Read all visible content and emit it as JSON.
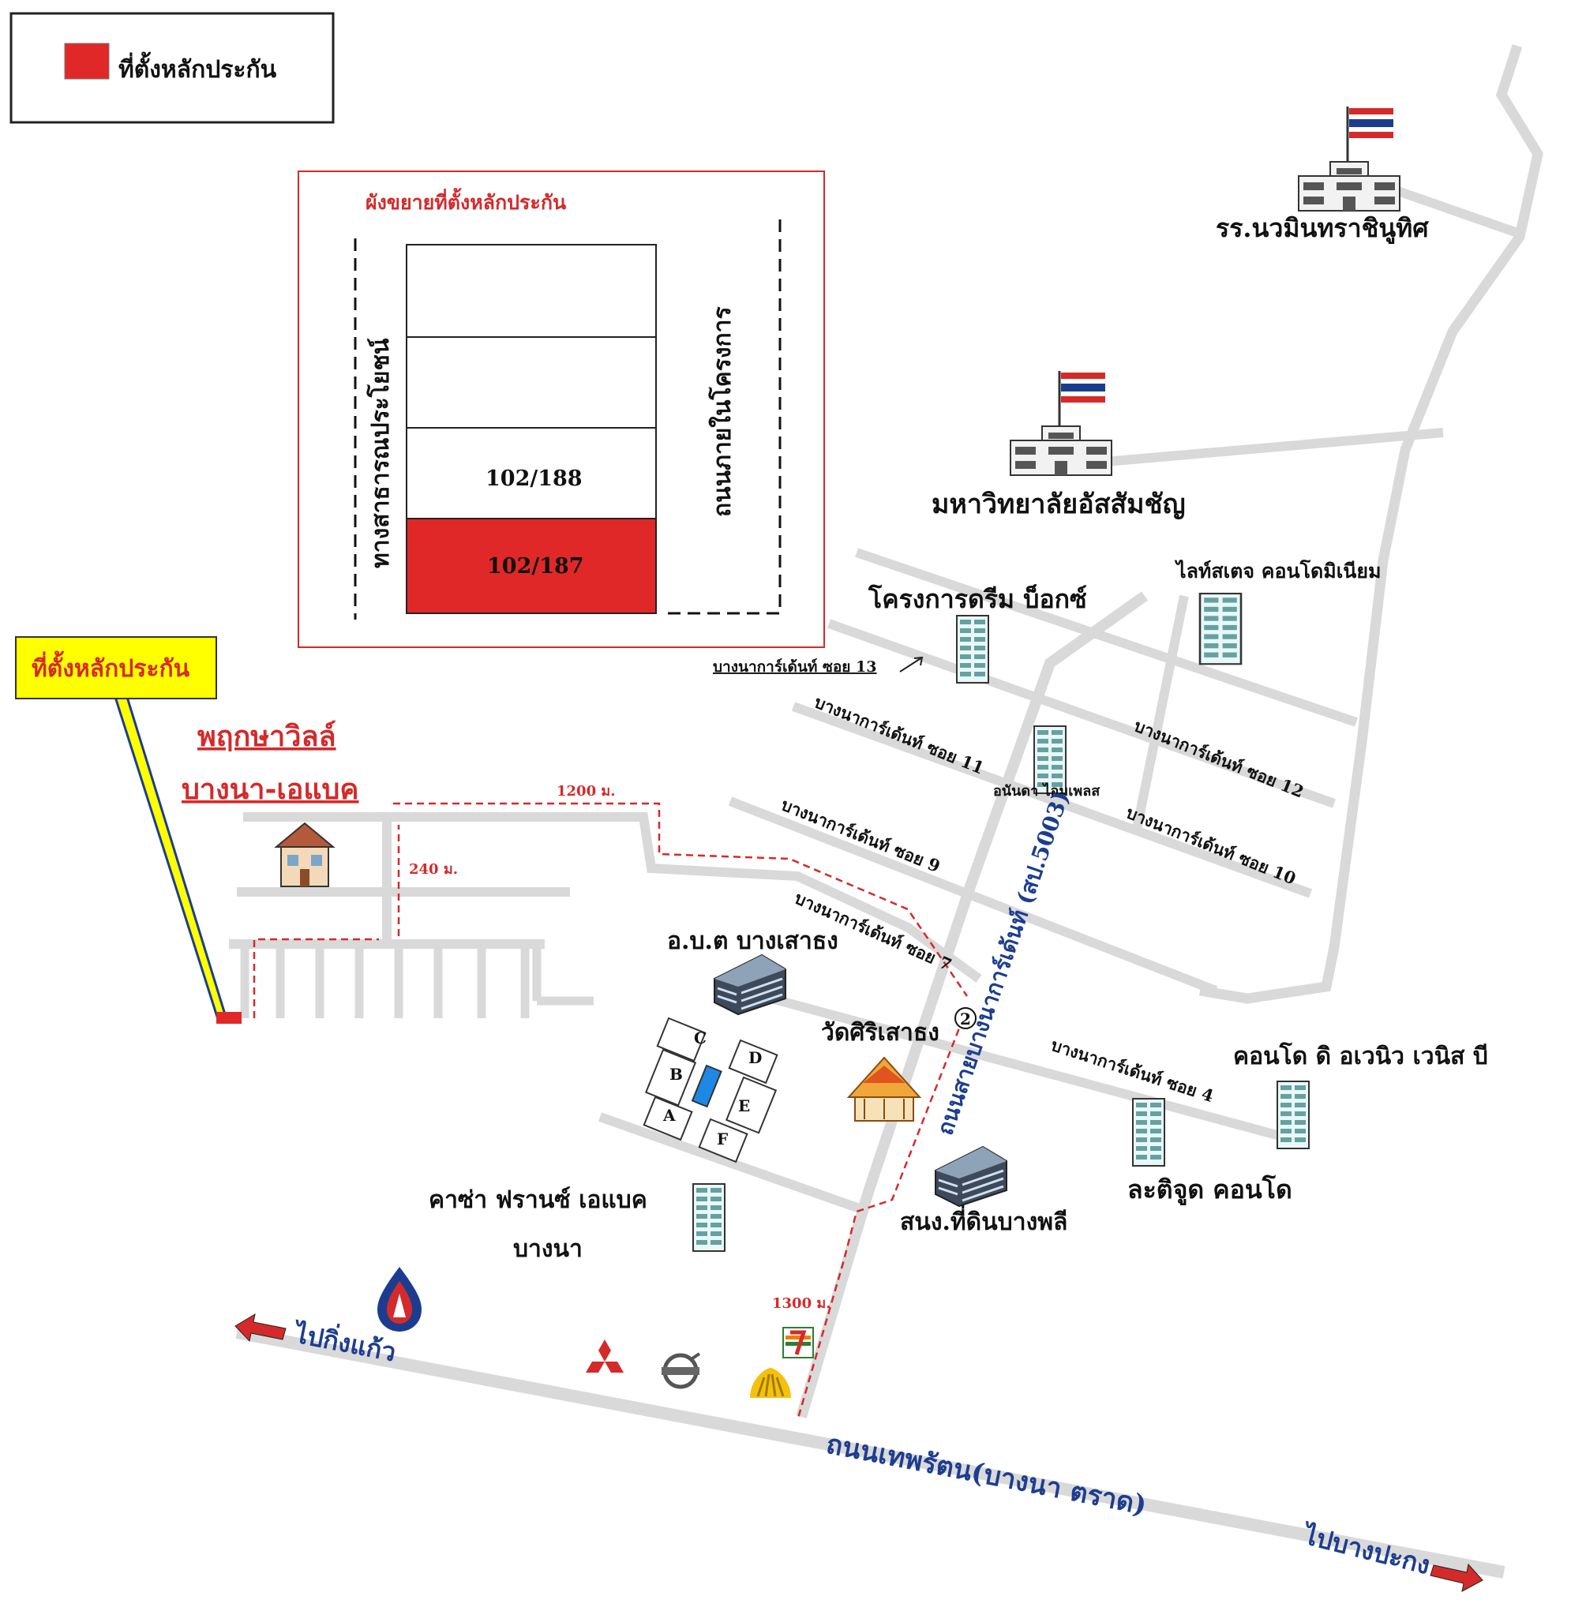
{
  "legend": {
    "label": "ที่ตั้งหลักประกัน",
    "swatch_color": "#e02828"
  },
  "inset": {
    "title": "ผังขยายที่ตั้งหลักประกัน",
    "left_road": "ทางสาธารณประโยชน์",
    "right_road": "ถนนภายในโครงการ",
    "plots": [
      "",
      "",
      "102/188",
      "102/187"
    ],
    "highlight_color": "#e02828"
  },
  "callout": {
    "label": "ที่ตั้งหลักประกัน",
    "bg_color": "#ffff00"
  },
  "village": {
    "name_line1": "พฤกษาวิลล์",
    "name_line2": "บางนา-เอแบค"
  },
  "distances": {
    "d1": "1200 ม.",
    "d2": "240 ม.",
    "d3": "1300 ม."
  },
  "landmarks": {
    "school": "รร.นวมินทราชินูทิศ",
    "university": "มหาวิทยาลัยอัสสัมชัญ",
    "dreambox": "โครงการดรีม บ็อกซ์",
    "lightstage": "ไลท์สเตจ คอนโดมิเนียม",
    "ananda": "อนันดา ไอมเพลส",
    "obt": "อ.บ.ต บางเสาธง",
    "wat": "วัดศิริเสาธง",
    "condo_avenue": "คอนโด ดิ อเวนิว เวนิส บี",
    "casa_line1": "คาซ่า ฟรานซ์ เอแบค",
    "casa_line2": "บางนา",
    "land_office": "สนง.ที่ดินบางพลี",
    "latitude": "ละติจูด คอนโด"
  },
  "roads": {
    "soi13": "บางนาการ์เด้นท์ ซอย 13",
    "soi12": "บางนาการ์เด้นท์ ซอย 12",
    "soi11": "บางนาการ์เด้นท์ ซอย 11",
    "soi10": "บางนาการ์เด้นท์ ซอย 10",
    "soi9": "บางนาการ์เด้นท์ ซอย 9",
    "soi7": "บางนาการ์เด้นท์ ซอย 7",
    "soi4": "บางนาการ์เด้นท์ ซอย 4",
    "main_road": "ถนนสายบางนาการ์เด้นท์ (สป.5003)",
    "highway": "ถนนเทพรัตน(บางนา ตราด)",
    "to_kingkaew": "ไปกิ่งแก้ว",
    "to_bangpakong": "ไปบางปะกง",
    "route_no": "2"
  },
  "blocks": [
    "A",
    "B",
    "C",
    "D",
    "E",
    "F"
  ],
  "colors": {
    "road": "#d9d9d9",
    "label_blue": "#1c3d8f",
    "dash_red": "#d42a2a",
    "highlight": "#e02828"
  },
  "icons": [
    "thai-flag-building-icon",
    "condo-tower-icon",
    "office-building-icon",
    "temple-icon",
    "house-icon",
    "ptt-logo-icon",
    "mitsubishi-logo-icon",
    "volvo-logo-icon",
    "krungsri-logo-icon",
    "seven-eleven-logo-icon"
  ]
}
